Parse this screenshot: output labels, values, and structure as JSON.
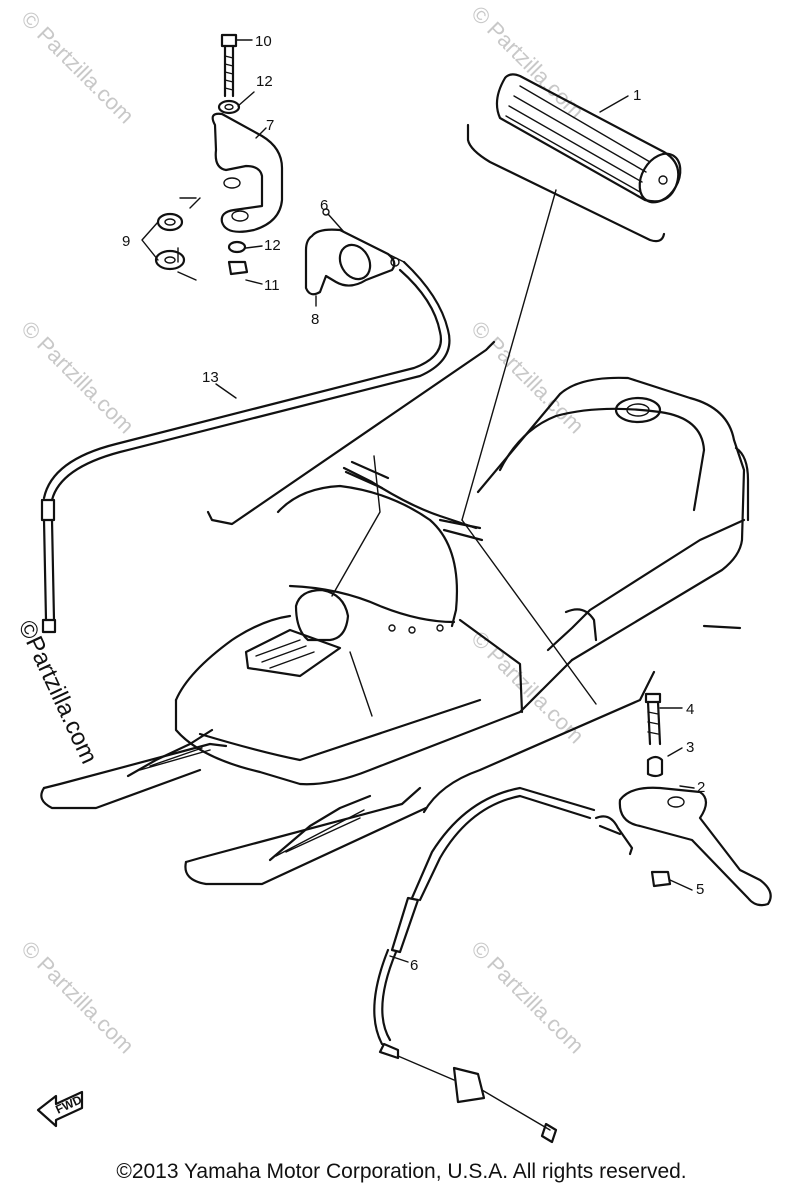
{
  "watermark": "© Partzilla.com",
  "side_watermark": "©Partzilla.com",
  "callouts": [
    "1",
    "2",
    "3",
    "4",
    "5",
    "6",
    "7",
    "8",
    "6",
    "9",
    "10",
    "11",
    "12",
    "12",
    "13"
  ],
  "direction_label": "FWD",
  "copyright": "©2013 Yamaha Motor Corporation, U.S.A. All rights reserved."
}
